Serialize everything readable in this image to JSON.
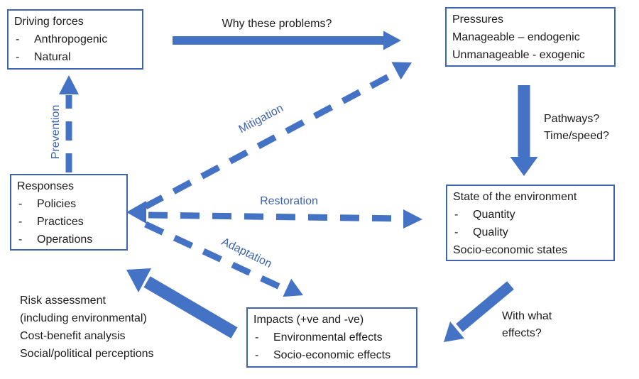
{
  "colors": {
    "arrow_blue": "#4472C4",
    "box_border_blue": "#3E66B0",
    "label_blue": "#3E64AE",
    "text_black": "#1C1C1C",
    "background": "#FFFFFF"
  },
  "boxes": {
    "driving_forces": {
      "title": "Driving forces",
      "items": [
        {
          "bullet": "-",
          "text": "Anthropogenic"
        },
        {
          "bullet": "-",
          "text": "Natural"
        }
      ]
    },
    "pressures": {
      "title": "Pressures",
      "items": [
        {
          "bullet": "",
          "text": "Manageable – endogenic"
        },
        {
          "bullet": "",
          "text": "Unmanageable - exogenic"
        }
      ]
    },
    "state": {
      "title": "State of the environment",
      "items": [
        {
          "bullet": "-",
          "text": "Quantity"
        },
        {
          "bullet": "-",
          "text": "Quality"
        },
        {
          "bullet": "",
          "text": "Socio-economic states"
        }
      ]
    },
    "impacts": {
      "title": "Impacts (+ve and -ve)",
      "items": [
        {
          "bullet": "-",
          "text": "Environmental effects"
        },
        {
          "bullet": "-",
          "text": "Socio-economic effects"
        }
      ]
    },
    "responses": {
      "title": "Responses",
      "items": [
        {
          "bullet": "-",
          "text": "Policies"
        },
        {
          "bullet": "-",
          "text": "Practices"
        },
        {
          "bullet": "-",
          "text": "Operations"
        }
      ]
    }
  },
  "arrow_labels": {
    "why": "Why these problems?",
    "pathways": [
      "Pathways?",
      "Time/speed?"
    ],
    "with_effects": [
      "With what",
      "effects?"
    ],
    "prevention": "Prevention",
    "mitigation": "Mitigation",
    "restoration": "Restoration",
    "adaptation": "Adaptation"
  },
  "notes": {
    "risk_assessment": [
      "Risk assessment",
      "(including environmental)",
      "Cost-benefit analysis",
      "Social/political perceptions"
    ]
  }
}
